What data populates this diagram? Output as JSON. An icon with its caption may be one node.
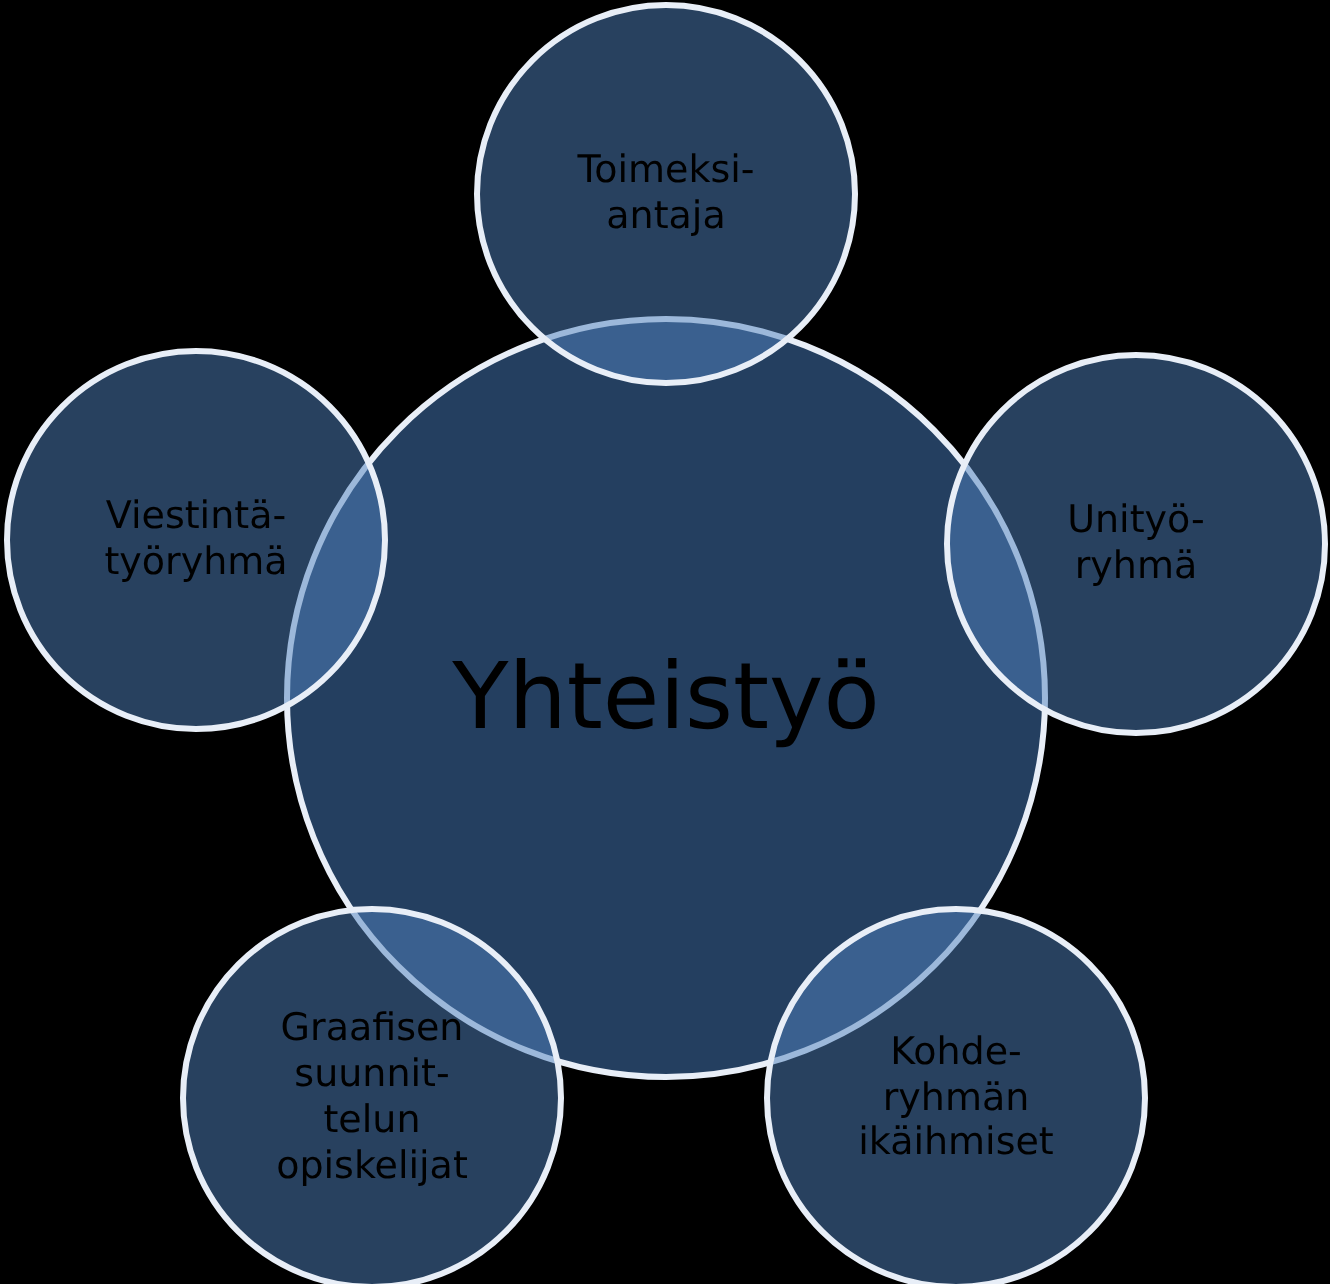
{
  "diagram": {
    "nodes": [
      {
        "text": [
          "Yhteistyö"
        ]
      },
      {
        "text": [
          "Toimeksi- antaja"
        ]
      },
      {
        "text": [
          "Viestintä- työryhmä"
        ]
      },
      {
        "text": [
          "Unityö- ryhmä"
        ]
      },
      {
        "text": [
          "Graafisen suunnit- telun opiskelijat"
        ]
      },
      {
        "text": [
          "Kohde- ryhmän ikäihmiset"
        ]
      }
    ]
  }
}
